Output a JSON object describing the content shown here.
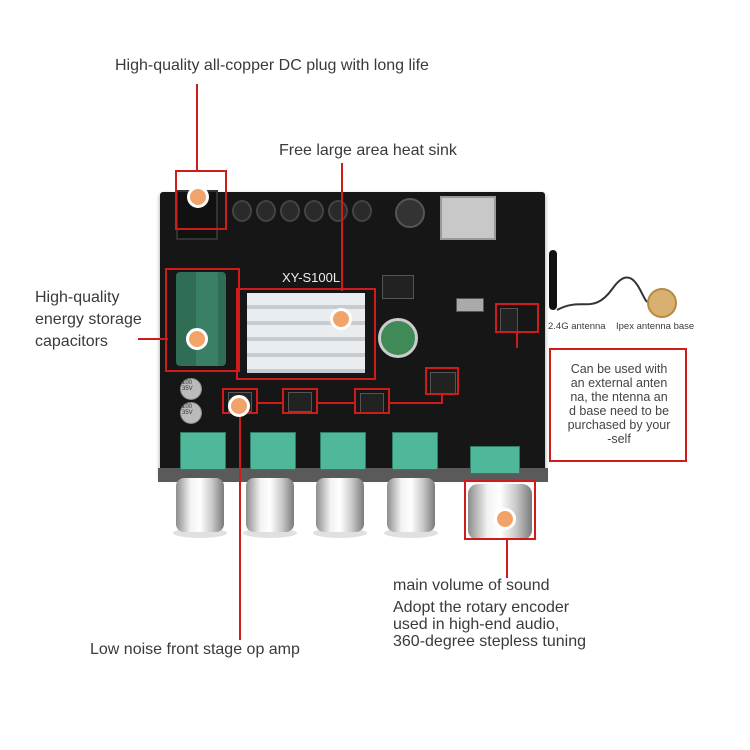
{
  "labels": {
    "dc_plug": "High-quality all-copper DC plug with long life",
    "heat_sink": "Free large area heat sink",
    "capacitors_line1": "High-quality",
    "capacitors_line2": "energy storage",
    "capacitors_line3": "capacitors",
    "volume_title": "main volume of sound",
    "volume_line1": "Adopt the rotary encoder",
    "volume_line2": "used in high-end audio,",
    "volume_line3": "360-degree stepless tuning",
    "op_amp": "Low noise front stage op amp",
    "antenna": "2.4G antenna",
    "ipex_base": "Ipex antenna base"
  },
  "note": {
    "line1": "Can be used with",
    "line2": "an external anten",
    "line3": "na, the ntenna an",
    "line4": "d base need to be",
    "line5": "purchased by your",
    "line6": "-self"
  },
  "board": {
    "model": "XY-S100L",
    "cap_marking_1": "100 35V",
    "cap_marking_2": "100 35V"
  },
  "colors": {
    "accent_red": "#d11a1a",
    "marker_orange": "#f2a36a",
    "board_black": "#161616"
  }
}
